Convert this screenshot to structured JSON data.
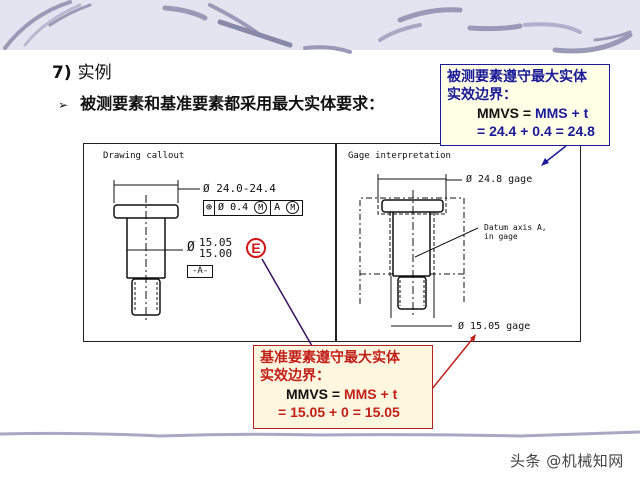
{
  "slide": {
    "title_number": "7)",
    "title_text": "实例",
    "bullet_symbol": "➢",
    "bullet_text": "被测要素和基准要素都采用最大实体要求："
  },
  "drawing_callout": {
    "label": "Drawing callout",
    "head_diameter": "Ø 24.0-24.4",
    "fcf": {
      "symbol": "position-icon",
      "tolerance": "Ø 0.4",
      "modifier1": "M",
      "datum": "A",
      "modifier2": "M"
    },
    "shaft_diameter_upper": "15.05",
    "shaft_diameter_lower": "15.00",
    "shaft_diameter_prefix": "Ø",
    "datum_label": "-A-",
    "envelope_symbol": "E"
  },
  "gage_interpretation": {
    "label": "Gage interpretation",
    "head_gage": "Ø 24.8 gage",
    "datum_axis_line1": "Datum axis A,",
    "datum_axis_line2": "in gage",
    "shaft_gage": "Ø 15.05 gage"
  },
  "callout_measured": {
    "line1": "被测要素遵守最大实体",
    "line2": "实效边界：",
    "eq_lhs": "MMVS = ",
    "eq_rhs": "MMS + t",
    "eq_values": "= 24.4 + 0.4 = 24.8",
    "color": "#1a1a9a"
  },
  "callout_datum": {
    "line1": "基准要素遵守最大实体",
    "line2": "实效边界：",
    "eq_lhs": "MMVS = ",
    "eq_rhs": "MMS + t",
    "eq_values": "= 15.05 + 0 = 15.05",
    "color": "#c0201a"
  },
  "watermark": "头条 @机械知网"
}
